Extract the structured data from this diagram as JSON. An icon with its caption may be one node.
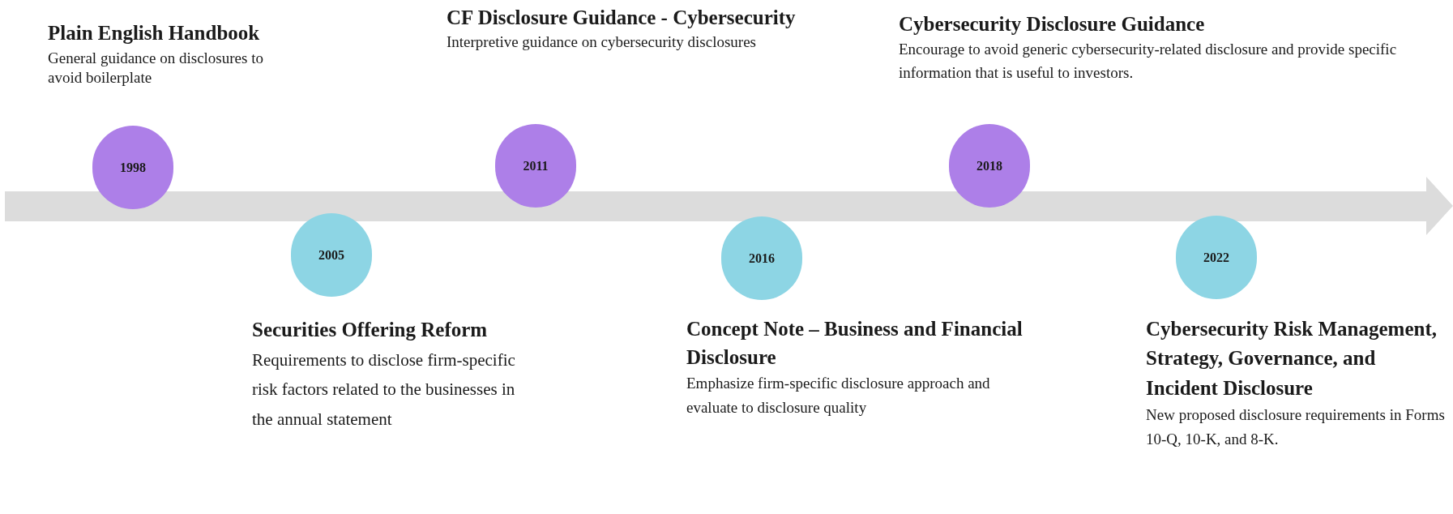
{
  "diagram": {
    "nodes": [
      {
        "text": [
          "1998"
        ],
        "beside": [
          "Plain English Handbook",
          "General guidance on disclosures to avoid boilerplate"
        ]
      },
      {
        "text": [
          "2005"
        ],
        "beside": [
          "Securities Offering Reform",
          "Requirements to disclose firm-specific risk factors related to the businesses in the annual statement"
        ]
      },
      {
        "text": [
          "2011"
        ],
        "beside": [
          "CF Disclosure Guidance - Cybersecurity",
          "Interpretive guidance on cybersecurity disclosures"
        ]
      },
      {
        "text": [
          "2016"
        ],
        "beside": [
          "Concept Note – Business and Financial Disclosure",
          "Emphasize firm-specific disclosure approach and evaluate to disclosure quality"
        ]
      },
      {
        "text": [
          "2018"
        ],
        "beside": [
          "Cybersecurity Disclosure Guidance",
          "Encourage to avoid generic cybersecurity-related disclosure and provide specific information that is useful to investors."
        ]
      },
      {
        "text": [
          "2022"
        ],
        "beside": [
          "Cybersecurity Risk Management, Strategy, Governance, and Incident Disclosure",
          "New proposed disclosure requirements in Forms 10-Q, 10-K, and 8-K."
        ]
      }
    ]
  }
}
